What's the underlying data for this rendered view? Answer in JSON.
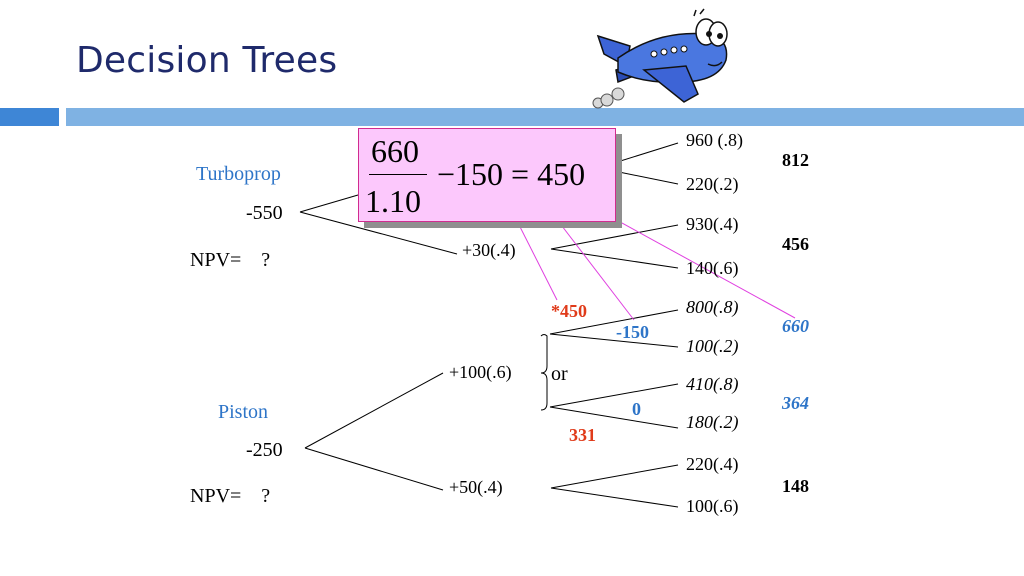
{
  "slide": {
    "title": "Decision Trees"
  },
  "equation": {
    "numerator": "660",
    "denominator": "1.10",
    "rest": "−150 = 450"
  },
  "tree": {
    "turboprop": {
      "label": "Turboprop",
      "cost": "-550",
      "npv": "NPV=    ?",
      "branch": "+30(.4)",
      "outcomes": [
        "960 (.8)",
        "220(.2)",
        "930(.4)",
        "140(.6)"
      ],
      "values": [
        "812",
        "456"
      ]
    },
    "piston": {
      "label": "Piston",
      "cost": "-250",
      "npv": "NPV=    ?",
      "branch_high": "+100(.6)",
      "branch_low": "+50(.4)",
      "or_label": "or",
      "expand_outcomes": [
        "800(.8)",
        "100(.2)"
      ],
      "keep_outcomes": [
        "410(.8)",
        "180(.2)"
      ],
      "low_outcomes": [
        "220(.4)",
        "100(.6)"
      ],
      "expand_value": "660",
      "keep_value": "364",
      "low_value": "148"
    },
    "annotations": {
      "star_450": "*450",
      "minus_150": "-150",
      "zero": "0",
      "val_331": "331"
    }
  },
  "colors": {
    "title": "#1f2a6b",
    "accent_blue": "#2e75c8",
    "accent_red": "#e03b1a",
    "arrow_magenta": "#e040e0",
    "box_fill": "#fcc8fc"
  },
  "icons": {
    "plane": "cartoon-airplane-icon"
  }
}
